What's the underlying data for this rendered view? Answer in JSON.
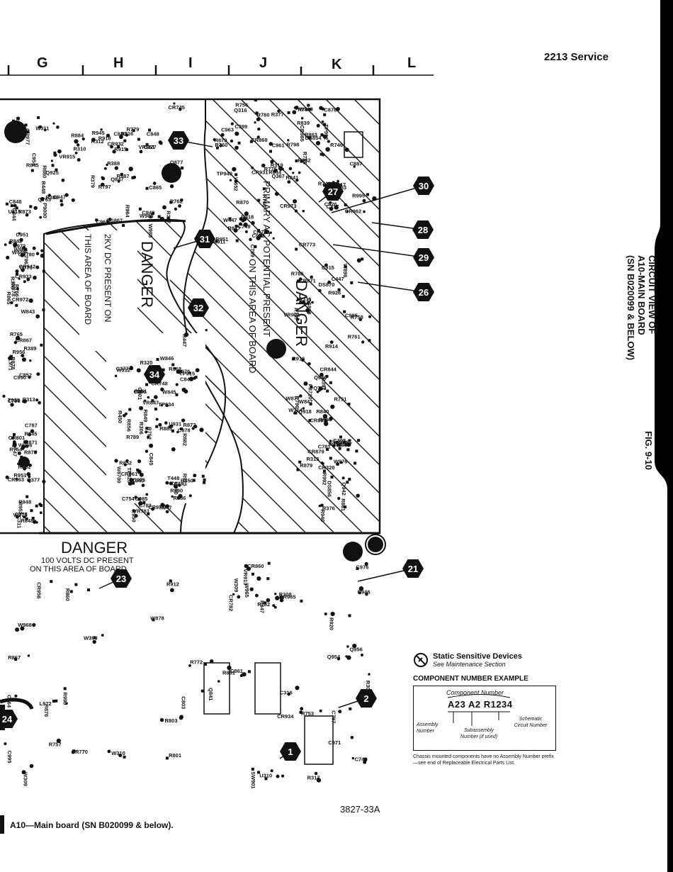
{
  "header": {
    "title": "2213 Service",
    "column_letters": [
      "G",
      "H",
      "I",
      "J",
      "K",
      "L"
    ]
  },
  "danger_zones": {
    "hv": {
      "line1": "2KV DC PRESENT ON",
      "line2": "THIS AREA OF BOARD",
      "word": "DANGER"
    },
    "ac": {
      "line1": "PRIMARY AC POTENTIAL PRESENT",
      "line2": "ON THIS AREA OF BOARD",
      "word": "DANGER"
    },
    "dc": {
      "word": "DANGER",
      "line1": "100 VOLTS DC PRESENT",
      "line2": "ON THIS AREA OF BOARD"
    }
  },
  "callouts": [
    "33",
    "27",
    "30",
    "31",
    "28",
    "29",
    "32",
    "26",
    "34",
    "21",
    "23",
    "2",
    "1",
    "24"
  ],
  "component_labels": [
    "CR942",
    "R945",
    "R946",
    "VR951",
    "R942",
    "R947",
    "C947",
    "R950",
    "C948",
    "C985",
    "Q942",
    "TP952",
    "C951",
    "CR956",
    "R948",
    "Q954",
    "U931",
    "R951",
    "U985",
    "R956",
    "R952",
    "R918",
    "Q956",
    "C917",
    "R916",
    "R912",
    "C915",
    "Q918",
    "VR915",
    "R915",
    "R940",
    "R953",
    "Q940",
    "TP920",
    "TP940",
    "TP915",
    "R914",
    "R911",
    "TP934",
    "VR913",
    "Q925",
    "T925",
    "R920",
    "R925",
    "CR934",
    "CR933",
    "CR931",
    "CR932",
    "R926",
    "C926",
    "R447",
    "P9000",
    "C447",
    "R448",
    "C901",
    "VR901",
    "R450",
    "T448",
    "SW901",
    "W976",
    "W986",
    "W985",
    "W975",
    "C972",
    "CR985",
    "CR973",
    "CR971",
    "C976",
    "L972",
    "CR974",
    "CR972",
    "C971",
    "W965",
    "W652",
    "C878",
    "W896",
    "T940",
    "L971",
    "C848",
    "C975",
    "CR965",
    "CR961",
    "CR962",
    "CR963",
    "C965",
    "C963",
    "R863",
    "CR977",
    "CR860",
    "C861",
    "C977",
    "R995",
    "R964",
    "CR963",
    "R865",
    "C961",
    "R990",
    "C992",
    "C995",
    "C864",
    "C990",
    "C865",
    "U990",
    "R867",
    "CR868",
    "R994",
    "CR867",
    "R992",
    "R868",
    "R884",
    "DS870",
    "DS867",
    "DS868",
    "R882",
    "W8700",
    "R881",
    "R880",
    "R879",
    "Q877",
    "R878",
    "R883",
    "C878",
    "CR879",
    "W877",
    "W447",
    "C803",
    "W966",
    "W968",
    "R877",
    "W448",
    "R872",
    "W964",
    "DS856",
    "R860",
    "R861",
    "DS854",
    "R856",
    "C848",
    "Q847",
    "VR847",
    "R847",
    "R845",
    "C852",
    "C849",
    "R875",
    "W878",
    "W309",
    "W319",
    "C754",
    "C799",
    "R766",
    "R760",
    "Q763",
    "R752",
    "C796",
    "R758",
    "C773",
    "R765",
    "R762",
    "R796",
    "C842",
    "R842",
    "Q841",
    "R848",
    "CR773",
    "R754",
    "W399",
    "C845",
    "W845",
    "R851",
    "CR844",
    "R852",
    "R839",
    "W310",
    "R844",
    "C840",
    "R840",
    "R841",
    "R850",
    "R854",
    "R775",
    "Q770",
    "CR783",
    "R772",
    "CR770",
    "CR782",
    "Q753",
    "R751",
    "W847",
    "W846",
    "R761",
    "CR772",
    "R757",
    "R779",
    "CR780",
    "R753",
    "R756",
    "R786",
    "C783",
    "R763",
    "R797",
    "C797",
    "W314",
    "R781",
    "R785",
    "R306",
    "CR803",
    "R803",
    "C954",
    "CR801",
    "R849",
    "R787",
    "R782",
    "C749",
    "C787",
    "Q747",
    "R748",
    "R780",
    "R746",
    "C748",
    "R789",
    "R768",
    "R745",
    "CR748",
    "VR781",
    "C798",
    "C745",
    "W311",
    "R802",
    "R801",
    "C781",
    "R798",
    "C316",
    "Q316",
    "R312",
    "R319",
    "CR745",
    "C399",
    "R391",
    "R318",
    "R317",
    "W843",
    "C844",
    "R315",
    "U315",
    "R316",
    "R313",
    "U317",
    "C317",
    "W312",
    "CR320",
    "R320",
    "R310",
    "C311",
    "R311",
    "R307",
    "R308",
    "C310",
    "R386",
    "Q387",
    "R388",
    "R387",
    "R389",
    "R390",
    "R376",
    "R377",
    "C377",
    "R379",
    "R378",
    "Q377",
    "Q376",
    "R887",
    "R870",
    "P8710",
    "C308",
    "R886",
    "R876",
    "R873",
    "C887",
    "C869",
    "R871",
    "U310",
    "W878",
    "R870",
    "W309"
  ],
  "side_title": {
    "line1": "CIRCUIT VIEW OF",
    "line2": "A10-MAIN BOARD",
    "line3": "(SN B020099 & BELOW)",
    "fig": "FIG. 9-10"
  },
  "legend": {
    "static_title": "Static Sensitive Devices",
    "static_sub": "See Maintenance Section",
    "example_title": "COMPONENT NUMBER EXAMPLE",
    "component_number": "Component Number",
    "number": "A23 A2 R1234",
    "assembly": "Assembly Number",
    "subassembly": "Subassembly Number (if used)",
    "schematic": "Schematic Circuit Number",
    "note": "Chassis mounted components have no Assembly Number prefix—see end of Replaceable Electrical Parts List."
  },
  "footer": {
    "ref": "3827-33A",
    "caption": "A10—Main board (SN B020099 & below)."
  }
}
